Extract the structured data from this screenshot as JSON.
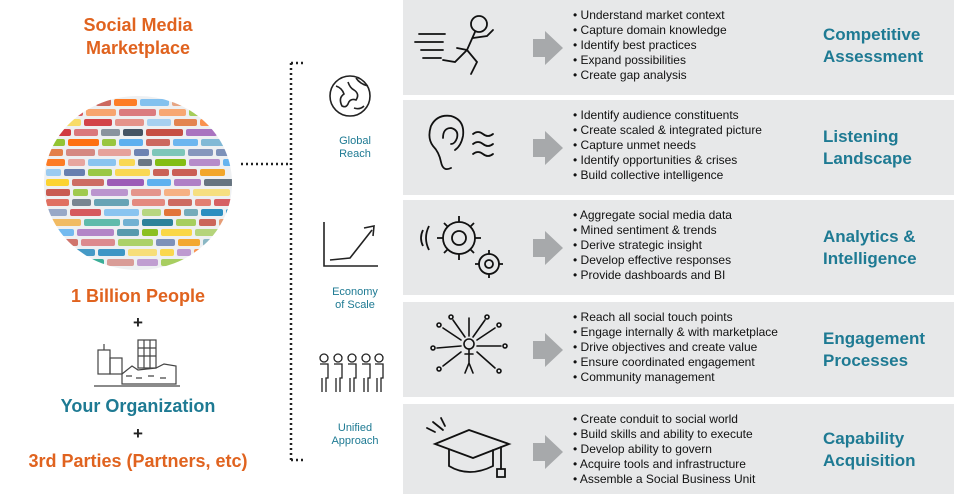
{
  "left": {
    "marketplace_title_line1": "Social Media",
    "marketplace_title_line2": "Marketplace",
    "people": "1 Billion People",
    "plus1": "+",
    "organization": "Your Organization",
    "plus2": "+",
    "third_parties": "3rd Parties (Partners, etc)"
  },
  "drivers": [
    {
      "line1": "Global",
      "line2": "Reach",
      "icon": "globe-icon"
    },
    {
      "line1": "Economy",
      "line2": "of Scale",
      "icon": "growth-chart-icon"
    },
    {
      "line1": "Unified",
      "line2": "Approach",
      "icon": "people-group-icon"
    }
  ],
  "rows": [
    {
      "icon": "running-man-icon",
      "title_line1": "Competitive",
      "title_line2": "Assessment",
      "bullets": [
        "Understand market context",
        "Capture domain knowledge",
        "Identify best practices",
        "Expand possibilities",
        "Create gap analysis"
      ]
    },
    {
      "icon": "ear-listening-icon",
      "title_line1": "Listening",
      "title_line2": "Landscape",
      "bullets": [
        "Identify audience constituents",
        "Create scaled & integrated picture",
        "Capture unmet needs",
        "Identify opportunities & crises",
        "Build collective intelligence"
      ]
    },
    {
      "icon": "gears-icon",
      "title_line1": "Analytics &",
      "title_line2": "Intelligence",
      "bullets": [
        "Aggregate social media data",
        "Mined sentiment & trends",
        "Derive strategic insight",
        "Develop effective responses",
        "Provide dashboards and BI"
      ]
    },
    {
      "icon": "person-outreach-icon",
      "title_line1": "Engagement",
      "title_line2": "Processes",
      "bullets": [
        "Reach all social touch points",
        "Engage internally & with marketplace",
        "Drive objectives and create value",
        "Ensure coordinated engagement",
        "Community management"
      ]
    },
    {
      "icon": "graduation-cap-icon",
      "title_line1": "Capability",
      "title_line2": "Acquisition",
      "bullets": [
        "Create conduit to social world",
        "Build skills and ability to execute",
        "Develop ability to govern",
        "Acquire tools and infrastructure",
        "Assemble a Social Business Unit"
      ]
    }
  ],
  "colors": {
    "orange": "#e0631f",
    "teal": "#1e7a93",
    "row_background": "#e7e8e9",
    "arrow": "#a7a9ab"
  }
}
